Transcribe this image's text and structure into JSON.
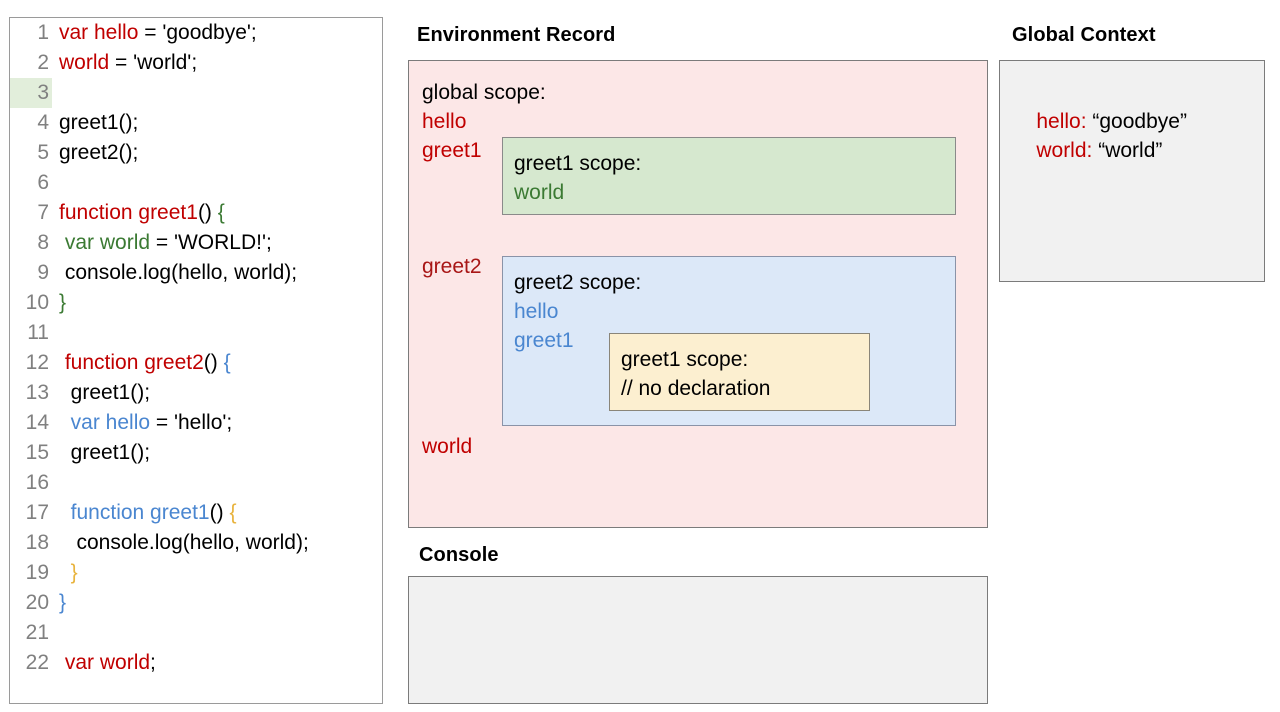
{
  "editor": {
    "highlighted_line": 3,
    "lines": [
      {
        "num": "1",
        "tokens": [
          {
            "t": "var hello",
            "c": "red"
          },
          {
            "t": " = 'goodbye';",
            "c": "black"
          }
        ]
      },
      {
        "num": "2",
        "tokens": [
          {
            "t": "world",
            "c": "red"
          },
          {
            "t": " = 'world';",
            "c": "black"
          }
        ]
      },
      {
        "num": "3",
        "tokens": []
      },
      {
        "num": "4",
        "tokens": [
          {
            "t": "greet1();",
            "c": "black"
          }
        ]
      },
      {
        "num": "5",
        "tokens": [
          {
            "t": "greet2();",
            "c": "black"
          }
        ]
      },
      {
        "num": "6",
        "tokens": []
      },
      {
        "num": "7",
        "tokens": [
          {
            "t": "function greet1",
            "c": "red"
          },
          {
            "t": "() ",
            "c": "black"
          },
          {
            "t": "{",
            "c": "green"
          }
        ]
      },
      {
        "num": "8",
        "tokens": [
          {
            "t": " ",
            "c": "black"
          },
          {
            "t": "var world",
            "c": "green"
          },
          {
            "t": " = 'WORLD!';",
            "c": "black"
          }
        ]
      },
      {
        "num": "9",
        "tokens": [
          {
            "t": " console.log(hello, world);",
            "c": "black"
          }
        ]
      },
      {
        "num": "10",
        "tokens": [
          {
            "t": "}",
            "c": "green"
          }
        ]
      },
      {
        "num": "11",
        "tokens": []
      },
      {
        "num": "12",
        "tokens": [
          {
            "t": " ",
            "c": "black"
          },
          {
            "t": "function greet2",
            "c": "red"
          },
          {
            "t": "() ",
            "c": "black"
          },
          {
            "t": "{",
            "c": "blue"
          }
        ]
      },
      {
        "num": "13",
        "tokens": [
          {
            "t": "  greet1();",
            "c": "black"
          }
        ]
      },
      {
        "num": "14",
        "tokens": [
          {
            "t": "  ",
            "c": "black"
          },
          {
            "t": "var hello",
            "c": "blue"
          },
          {
            "t": " = 'hello';",
            "c": "black"
          }
        ]
      },
      {
        "num": "15",
        "tokens": [
          {
            "t": "  greet1();",
            "c": "black"
          }
        ]
      },
      {
        "num": "16",
        "tokens": []
      },
      {
        "num": "17",
        "tokens": [
          {
            "t": "  ",
            "c": "black"
          },
          {
            "t": "function greet1",
            "c": "blue"
          },
          {
            "t": "() ",
            "c": "black"
          },
          {
            "t": "{",
            "c": "orange"
          }
        ]
      },
      {
        "num": "18",
        "tokens": [
          {
            "t": "   console.log(hello, world);",
            "c": "black"
          }
        ]
      },
      {
        "num": "19",
        "tokens": [
          {
            "t": "  ",
            "c": "black"
          },
          {
            "t": "}",
            "c": "orange"
          }
        ]
      },
      {
        "num": "20",
        "tokens": [
          {
            "t": "}",
            "c": "blue"
          }
        ]
      },
      {
        "num": "21",
        "tokens": []
      },
      {
        "num": "22",
        "tokens": [
          {
            "t": " ",
            "c": "black"
          },
          {
            "t": "var world",
            "c": "red"
          },
          {
            "t": ";",
            "c": "black"
          }
        ]
      }
    ]
  },
  "environment_record": {
    "title": "Environment Record",
    "global": {
      "heading": "global scope:",
      "vars_top": "hello\ngreet1",
      "greet2_label": "greet2",
      "vars_bottom": "world"
    },
    "greet1_scope": {
      "heading": "greet1 scope:",
      "vars": "world"
    },
    "greet2_scope": {
      "heading": "greet2 scope:",
      "vars": "hello\ngreet1"
    },
    "greet1_inner_scope": {
      "heading": "greet1 scope:",
      "vars": "// no declaration"
    }
  },
  "console": {
    "title": "Console",
    "content": ""
  },
  "global_context": {
    "title": "Global Context",
    "entries": [
      {
        "key": "hello:",
        "value": " “goodbye”"
      },
      {
        "key": "world:",
        "value": " “world”"
      }
    ]
  },
  "colors": {
    "red": "#c00000",
    "green": "#3b7a33",
    "blue": "#4a86d0",
    "orange": "#e8b33d",
    "pink_panel": "#fce7e7",
    "green_panel": "#d6e8cf",
    "blue_panel": "#dce8f8",
    "yellow_panel": "#fcefd0",
    "gray_panel": "#f1f1f1"
  }
}
